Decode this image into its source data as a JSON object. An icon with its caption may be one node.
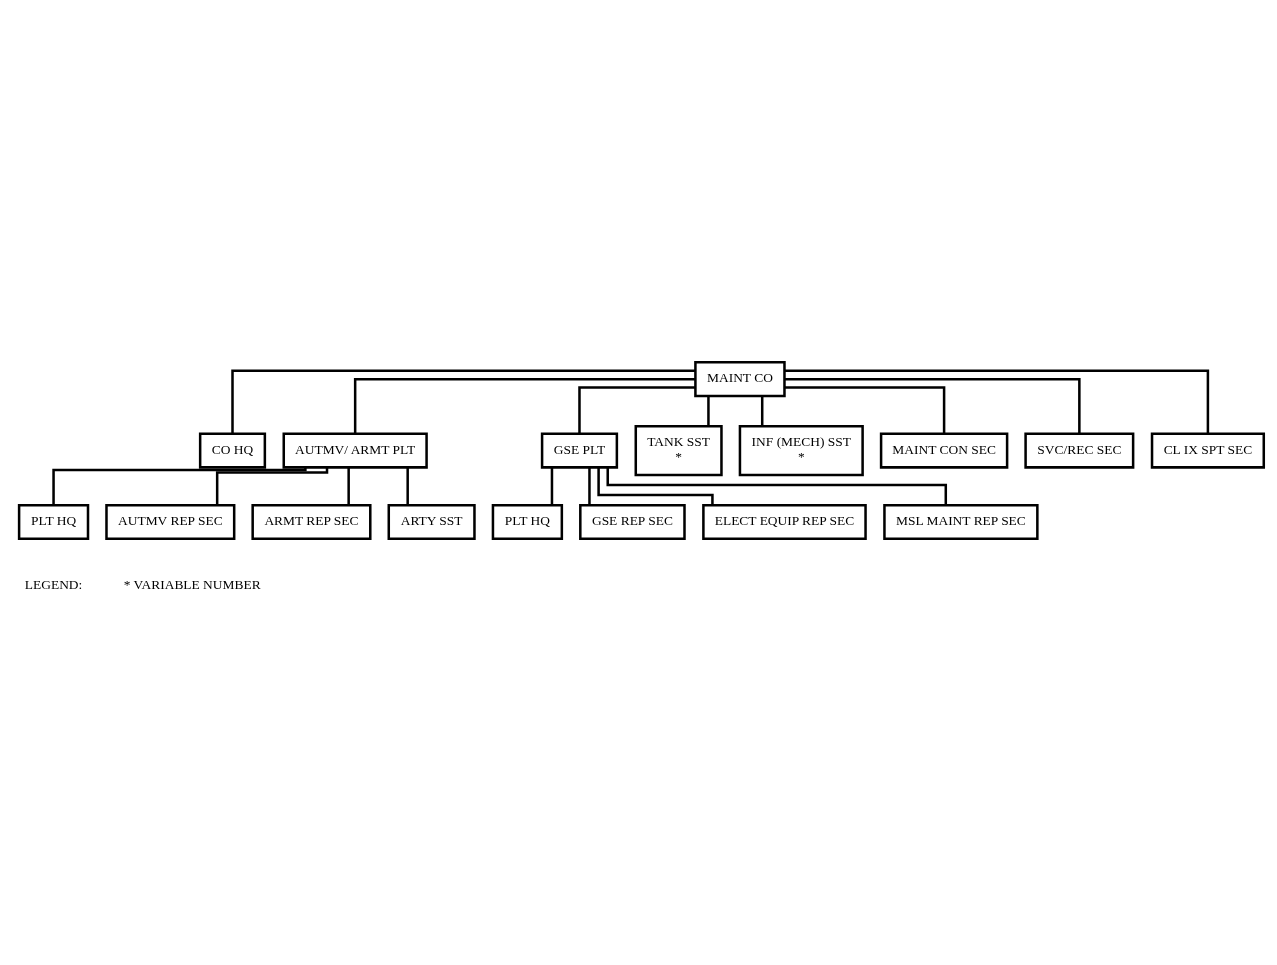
{
  "diagram": {
    "nodes": [
      {
        "text": [
          "MAINT CO"
        ]
      },
      {
        "text": [
          "CO HQ"
        ]
      },
      {
        "text": [
          "AUTMV/ ARMT PLT"
        ]
      },
      {
        "text": [
          "GSE PLT"
        ]
      },
      {
        "text": [
          "TANK SST",
          "*"
        ]
      },
      {
        "text": [
          "INF (MECH) SST",
          "*"
        ]
      },
      {
        "text": [
          "MAINT CON SEC"
        ]
      },
      {
        "text": [
          "SVC/REC SEC"
        ]
      },
      {
        "text": [
          "CL IX SPT SEC"
        ]
      },
      {
        "text": [
          "PLT HQ"
        ]
      },
      {
        "text": [
          "AUTMV REP SEC"
        ]
      },
      {
        "text": [
          "ARMT REP SEC"
        ]
      },
      {
        "text": [
          "ARTY SST"
        ]
      },
      {
        "text": [
          "PLT HQ"
        ]
      },
      {
        "text": [
          "GSE REP SEC"
        ]
      },
      {
        "text": [
          "ELECT EQUIP REP SEC"
        ]
      },
      {
        "text": [
          "MSL MAINT REP SEC"
        ]
      }
    ],
    "edges": [
      {
        "from": 0,
        "to": 1,
        "arrow": "none"
      },
      {
        "from": 0,
        "to": 2,
        "arrow": "none"
      },
      {
        "from": 0,
        "to": 3,
        "arrow": "none"
      },
      {
        "from": 0,
        "to": 4,
        "arrow": "none"
      },
      {
        "from": 0,
        "to": 5,
        "arrow": "none"
      },
      {
        "from": 0,
        "to": 6,
        "arrow": "none"
      },
      {
        "from": 0,
        "to": 7,
        "arrow": "none"
      },
      {
        "from": 0,
        "to": 8,
        "arrow": "none"
      },
      {
        "from": 2,
        "to": 9,
        "arrow": "none"
      },
      {
        "from": 2,
        "to": 10,
        "arrow": "none"
      },
      {
        "from": 2,
        "to": 11,
        "arrow": "none"
      },
      {
        "from": 2,
        "to": 12,
        "arrow": "none"
      },
      {
        "from": 3,
        "to": 13,
        "arrow": "none"
      },
      {
        "from": 3,
        "to": 14,
        "arrow": "none"
      },
      {
        "from": 3,
        "to": 15,
        "arrow": "none"
      },
      {
        "from": 3,
        "to": 16,
        "arrow": "none"
      }
    ],
    "labels": [
      "LEGEND:",
      "* VARIABLE NUMBER"
    ]
  }
}
